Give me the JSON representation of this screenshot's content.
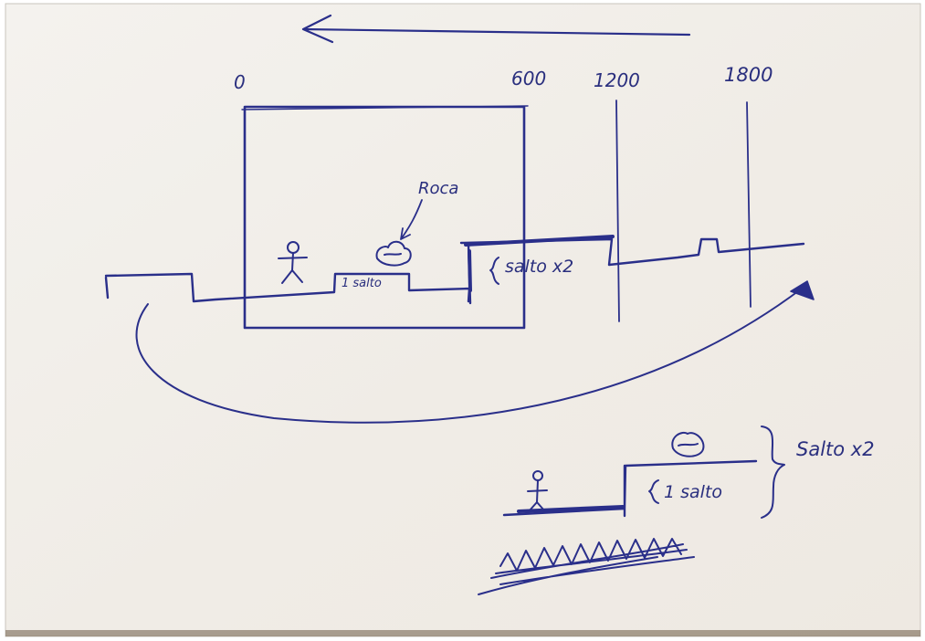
{
  "ink_color": "#2a2f8a",
  "paper_color": "#f1eee8",
  "axis_labels": {
    "x0": "0",
    "x600": "600",
    "x1200": "1200",
    "x1800": "1800"
  },
  "labels": {
    "rock": "Roca",
    "single_jump": "1 salto",
    "double_jump": "salto x2",
    "zoom_single_jump": "1 salto",
    "zoom_double_jump": "Salto x2"
  }
}
